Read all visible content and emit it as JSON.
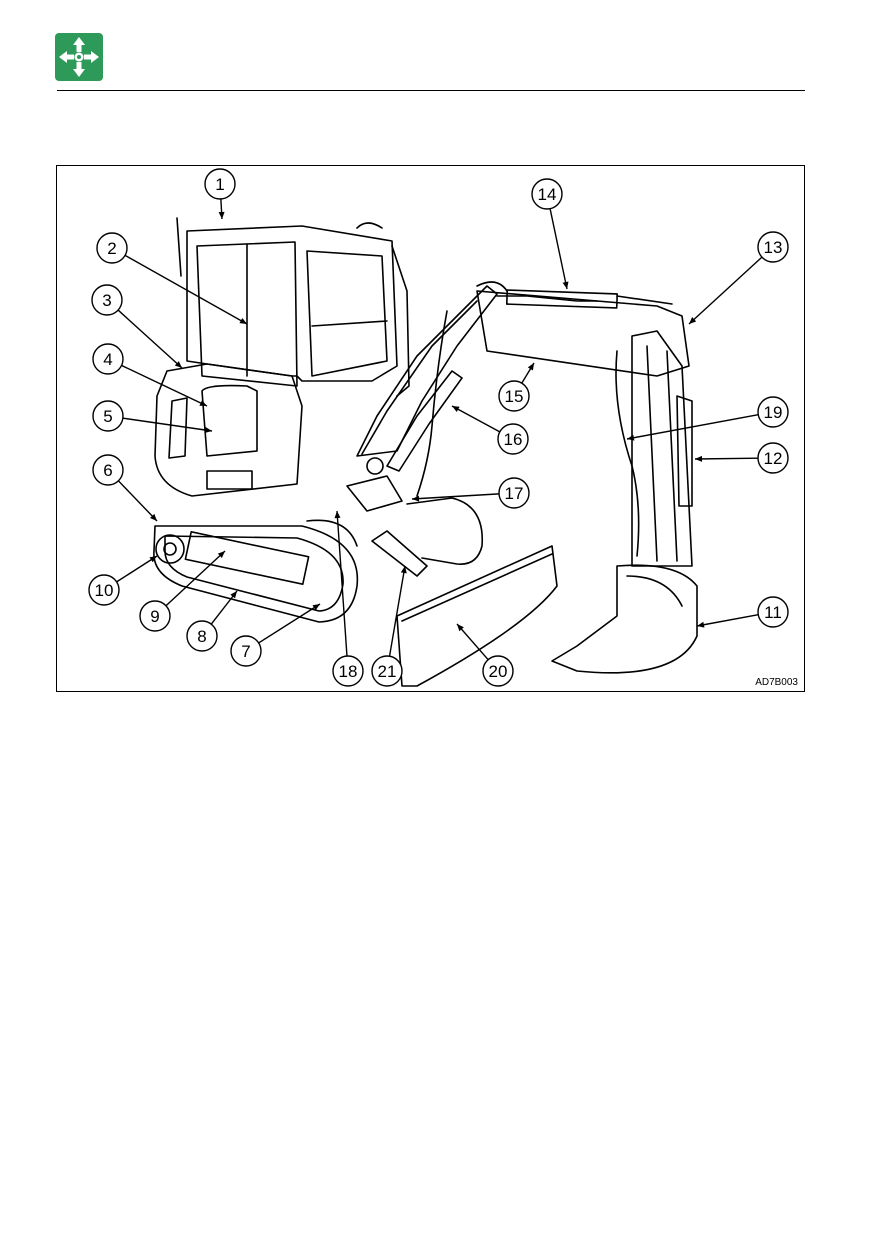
{
  "header": {
    "icon": "four-way-arrows-icon",
    "icon_color": "#2e9a5a"
  },
  "figure": {
    "code": "AD7B003",
    "callouts": [
      {
        "n": "1"
      },
      {
        "n": "2"
      },
      {
        "n": "3"
      },
      {
        "n": "4"
      },
      {
        "n": "5"
      },
      {
        "n": "6"
      },
      {
        "n": "7"
      },
      {
        "n": "8"
      },
      {
        "n": "9"
      },
      {
        "n": "10"
      },
      {
        "n": "11"
      },
      {
        "n": "12"
      },
      {
        "n": "13"
      },
      {
        "n": "14"
      },
      {
        "n": "15"
      },
      {
        "n": "16"
      },
      {
        "n": "17"
      },
      {
        "n": "18"
      },
      {
        "n": "19"
      },
      {
        "n": "20"
      },
      {
        "n": "21"
      }
    ]
  }
}
